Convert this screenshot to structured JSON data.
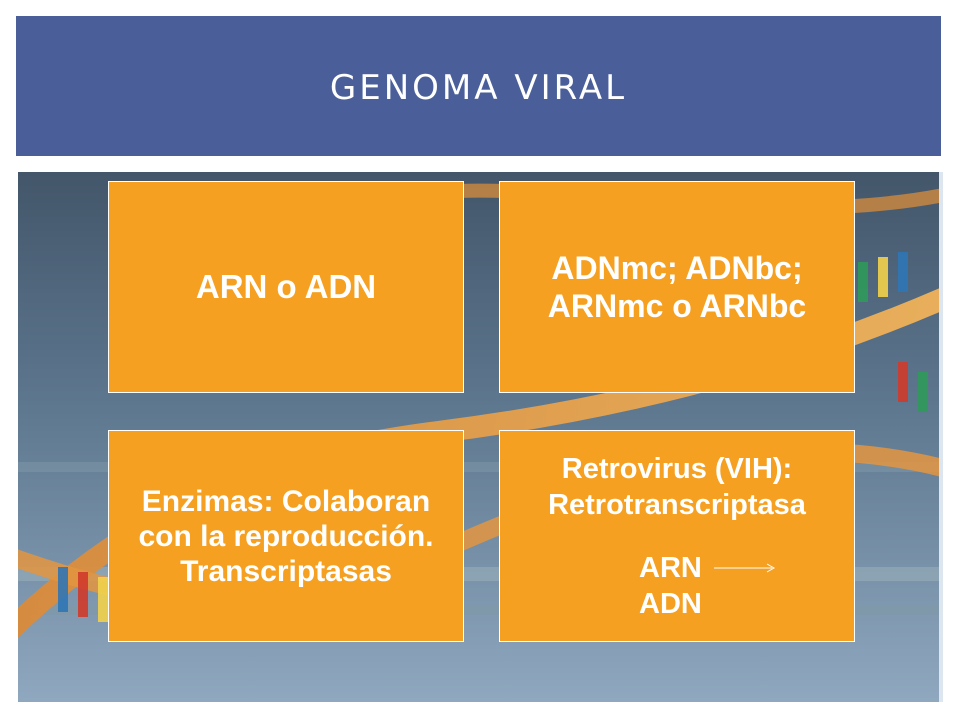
{
  "slide": {
    "title": "GENOMA VIRAL"
  },
  "tiles": [
    {
      "text": "ARN o ADN"
    },
    {
      "text": "ADNmc; ADNbc; ARNmc o ARNbc"
    },
    {
      "text": "Enzimas: Colaboran con la reproducción. Transcriptasas"
    },
    {
      "text": "Retrovirus (VIH): Retrotranscriptasa",
      "sub1": "ARN",
      "sub2": "ADN"
    }
  ],
  "colors": {
    "title_bg": "#4a5f9a",
    "tile_bg": "#f6a022",
    "text": "#ffffff"
  },
  "icons": {
    "arrow": "right-arrow-icon"
  }
}
